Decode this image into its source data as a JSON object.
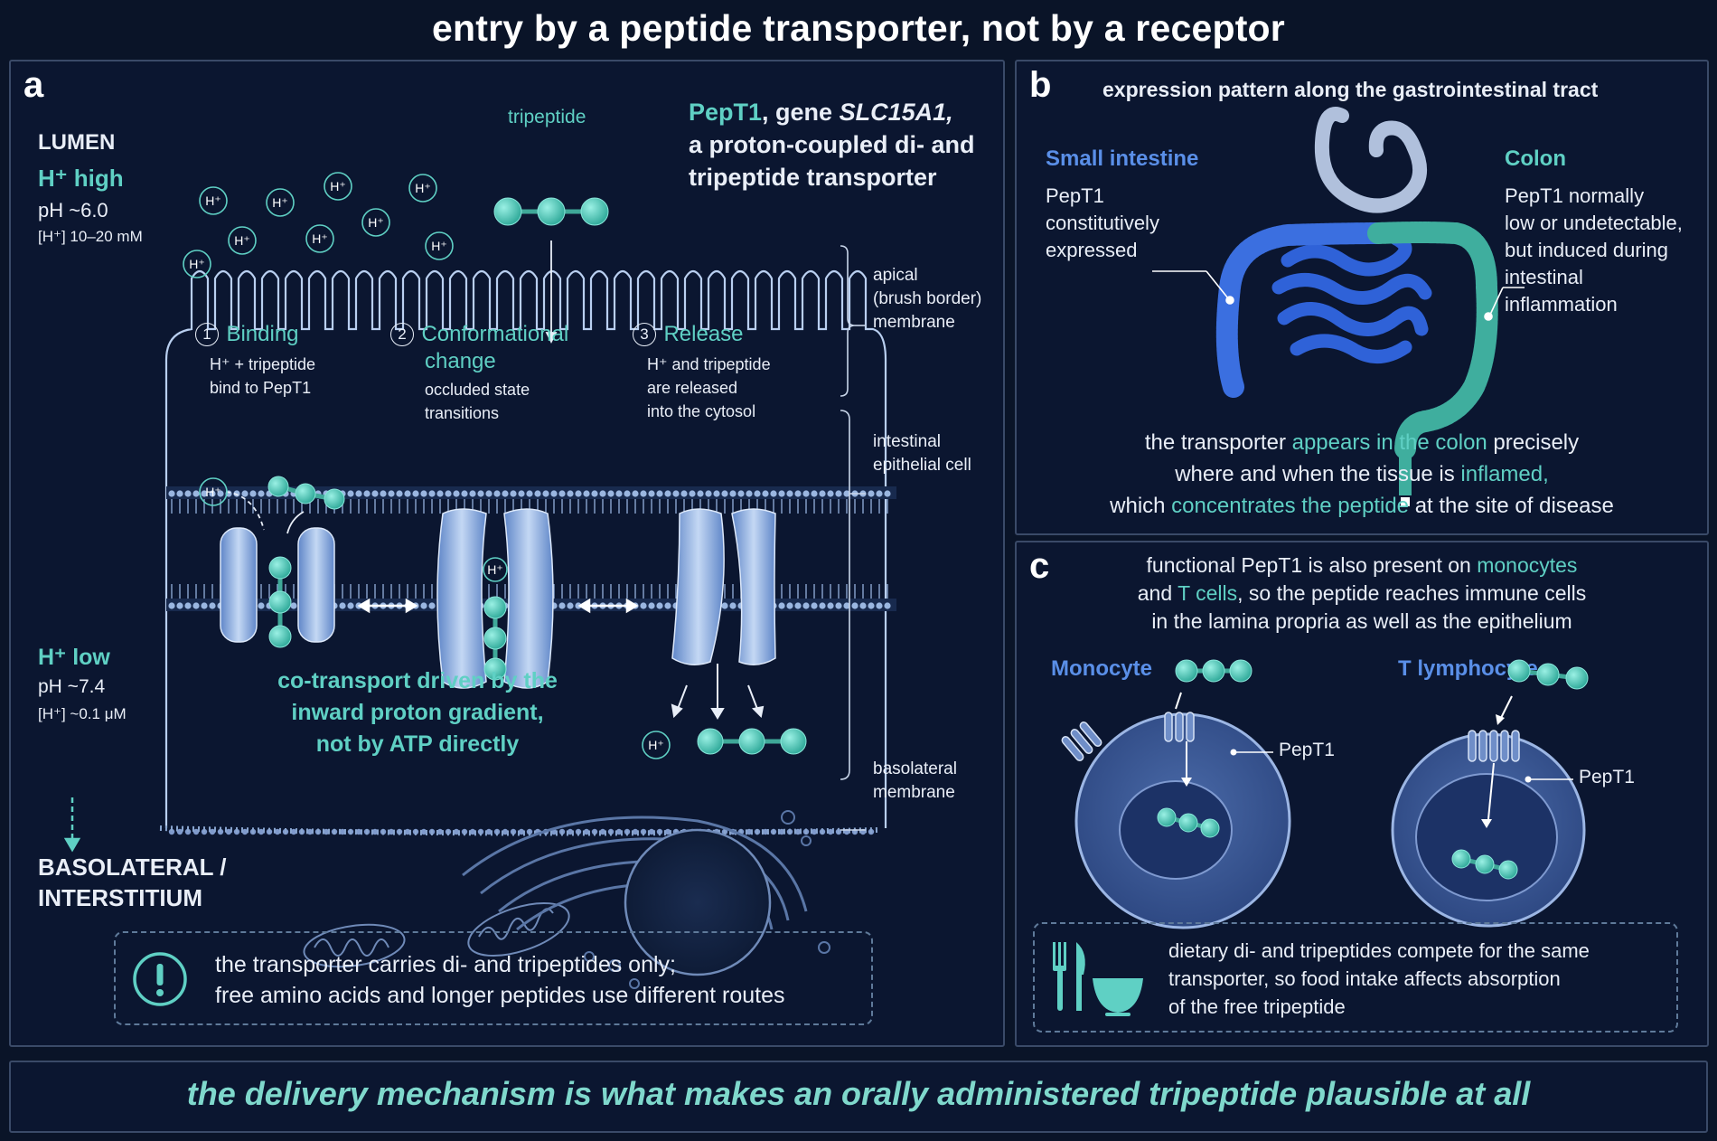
{
  "title": "entry by a peptide transporter, not by a receptor",
  "panel_a": {
    "label": "a",
    "lumen": "LUMEN",
    "h_high": "H⁺ high",
    "ph_lumen": "pH ~6.0",
    "h_conc_lumen": "[H⁺] 10–20 mM",
    "tripeptide_label": "tripeptide",
    "pept1_heading_1": "PepT1",
    "pept1_heading_2": ", gene ",
    "pept1_gene": "SLC15A1,",
    "pept1_heading_3": "a proton-coupled di- and",
    "pept1_heading_4": "tripeptide transporter",
    "apical_1": "apical",
    "apical_2": "(brush border)",
    "apical_3": "membrane",
    "epithelial_1": "intestinal",
    "epithelial_2": "epithelial cell",
    "basolateral_m_1": "basolateral",
    "basolateral_m_2": "membrane",
    "step1_num": "1",
    "step1_title": "Binding",
    "step1_d1": "H⁺ + tripeptide",
    "step1_d2": "bind to PepT1",
    "step2_num": "2",
    "step2_title_1": "Conformational",
    "step2_title_2": "change",
    "step2_d1": "occluded state",
    "step2_d2": "transitions",
    "step3_num": "3",
    "step3_title": "Release",
    "step3_d1": "H⁺ and tripeptide",
    "step3_d2": "are released",
    "step3_d3": "into the cytosol",
    "cotransport_1": "co-transport driven by the",
    "cotransport_2": "inward proton gradient,",
    "cotransport_3": "not by ATP directly",
    "h_low": "H⁺ low",
    "ph_baso": "pH ~7.4",
    "h_conc_baso": "[H⁺] ~0.1 μM",
    "basolateral_1": "BASOLATERAL /",
    "basolateral_2": "INTERSTITIUM",
    "note_1": "the transporter carries di- and tripeptides only;",
    "note_2": "free amino acids and longer peptides use different routes",
    "proton": "H⁺"
  },
  "panel_b": {
    "label": "b",
    "heading": "expression pattern along the gastrointestinal tract",
    "small_intestine": "Small intestine",
    "si_1": "PepT1",
    "si_2": "constitutively",
    "si_3": "expressed",
    "colon": "Colon",
    "colon_1": "PepT1 normally",
    "colon_2": "low or undetectable,",
    "colon_3": "but induced during",
    "colon_4": "intestinal",
    "colon_5": "inflammation",
    "c1a": "the transporter ",
    "c1b": "appears in the colon",
    "c1c": " precisely",
    "c2a": "where and when the tissue is ",
    "c2b": "inflamed,",
    "c3a": "which ",
    "c3b": "concentrates the peptide",
    "c3c": " at the site of disease"
  },
  "panel_c": {
    "label": "c",
    "l1a": "functional PepT1 is also present on ",
    "l1b": "monocytes",
    "l2a": "and ",
    "l2b": "T cells",
    "l2c": ", so the peptide reaches immune cells",
    "l3": "in the lamina propria as well as the epithelium",
    "monocyte": "Monocyte",
    "t_lymphocyte": "T lymphocyte",
    "pept1_tag": "PepT1",
    "diet_1": "dietary di- and tripeptides compete for the same",
    "diet_2": "transporter, so food intake affects absorption",
    "diet_3": "of the free tripeptide"
  },
  "footer": "the delivery mechanism is what makes an orally administered tripeptide plausible at all",
  "colors": {
    "background": "#0a1428",
    "teal": "#5fd0c4",
    "blue": "#5a8fe8",
    "membrane": "#a9c4ea"
  }
}
